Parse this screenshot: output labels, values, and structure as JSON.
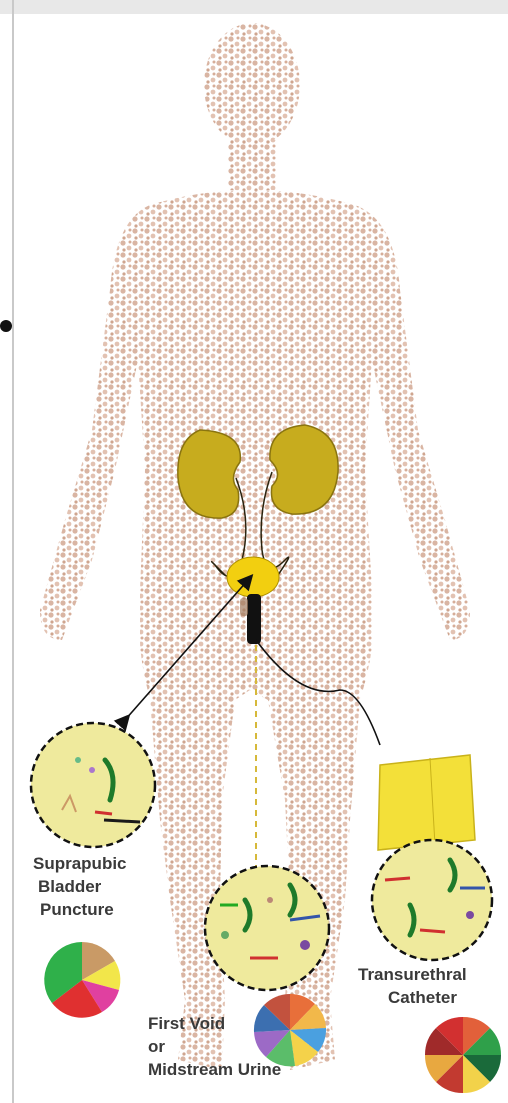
{
  "labels": {
    "suprapubic": [
      "Suprapubic",
      "Bladder",
      "Puncture"
    ],
    "first_void": [
      "First Void",
      "or",
      "Midstream Urine"
    ],
    "transurethral": [
      "Transurethral",
      "Catheter"
    ]
  },
  "colors": {
    "body_dots": "#d9b5a3",
    "kidney": "#c7ac1e",
    "kidney_stroke": "#8a7410",
    "bladder": "#f2cf10",
    "catheter": "#111111",
    "bag": "#f3e039",
    "circle_fill": "#efea9d",
    "dashed_line": "#d6b93a"
  },
  "icons": [
    "arrow-icon",
    "catheter-icon",
    "urine-bag-icon",
    "microbiome-sample-icon",
    "pie-chart-icon"
  ]
}
